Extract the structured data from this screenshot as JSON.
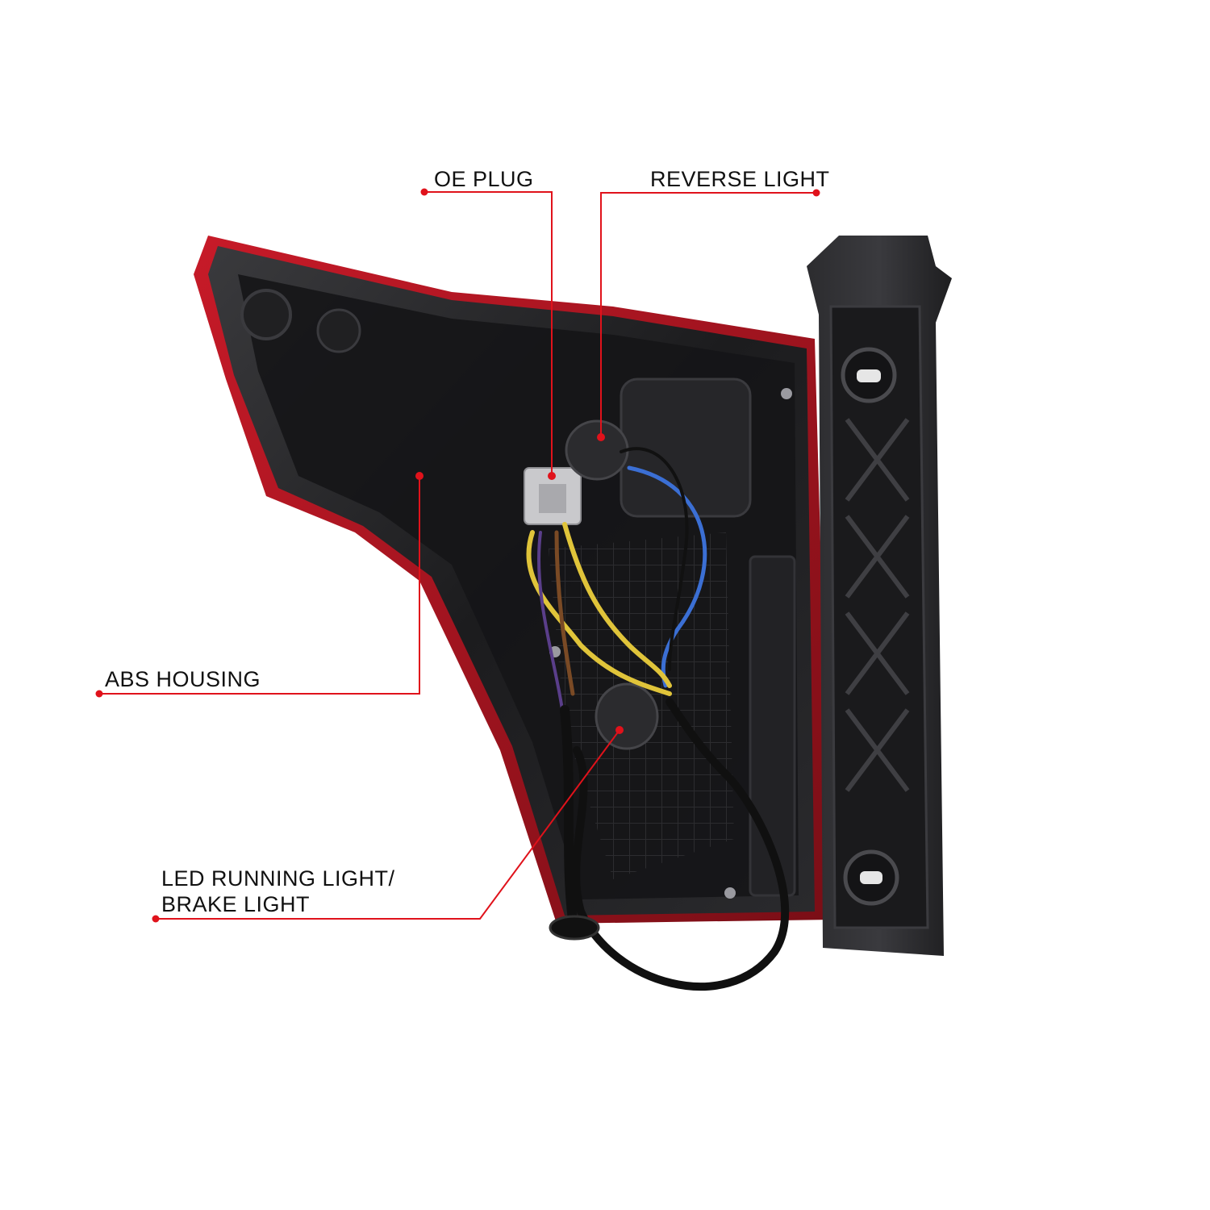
{
  "callouts": {
    "oe_plug": "OE PLUG",
    "reverse_light": "REVERSE LIGHT",
    "abs_housing": "ABS HOUSING",
    "led_line1": "LED RUNNING LIGHT/",
    "led_line2": "BRAKE LIGHT"
  },
  "colors": {
    "leader": "#e0121b",
    "housing": "#1b1b1d",
    "lens_red": "#b3101c"
  },
  "icons": [
    "tail-light-assembly-illustration"
  ]
}
